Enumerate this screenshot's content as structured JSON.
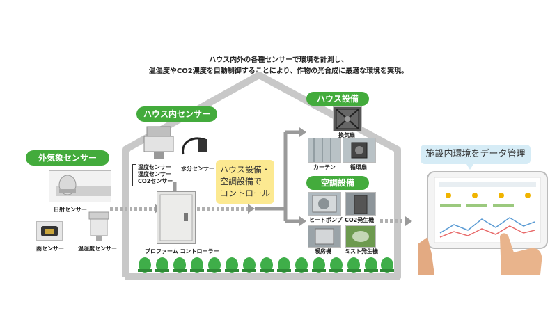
{
  "caption": {
    "line1": "ハウス内外の各種センサーで環境を計測し、",
    "line2": "温湿度やCO2濃度を自動制御することにより、作物の光合成に最適な環境を実現。"
  },
  "sections": {
    "outdoor": "外気象センサー",
    "indoor": "ハウス内センサー",
    "house_equipment": "ハウス設備",
    "air_conditioning": "空調設備"
  },
  "outdoor_sensors": {
    "solar": "日射センサー",
    "rain": "雨センサー",
    "temp_humidity": "温湿度センサー"
  },
  "indoor_sensors": {
    "list": [
      "温度センサー",
      "湿度センサー",
      "CO2センサー"
    ],
    "moisture": "水分センサー"
  },
  "controller": "プロファーム コントローラー",
  "control_box": {
    "line1": "ハウス設備・",
    "line2": "空調設備で",
    "line3": "コントロール"
  },
  "house_equipment_items": {
    "fan": "換気扇",
    "curtain": "カーテン",
    "circulator": "循環扇"
  },
  "air_conditioning_items": {
    "heat_pump": "ヒートポンプ",
    "co2_generator": "CO2発生機",
    "heater": "暖房機",
    "mist": "ミスト発生機"
  },
  "data_management": "施設内環境をデータ管理",
  "colors": {
    "green": "#43ab3c",
    "house_outline": "#c8c8c8",
    "arrow": "#9a9a9a",
    "yellow": "#fce991",
    "callout": "#d6ecf6"
  }
}
